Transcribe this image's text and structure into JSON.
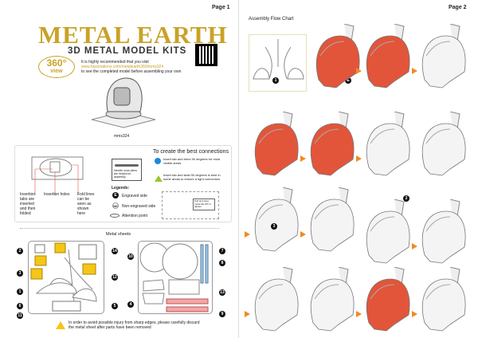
{
  "page1": {
    "page_label": "Page 1",
    "logo": "METAL EARTH",
    "subtitle": "3D METAL MODEL KITS",
    "view360": {
      "number": "360°",
      "label": "view"
    },
    "visit_line1": "It is highly recommended that you visit",
    "visit_url": "www.fascinations.com/metalearth360/mms324",
    "visit_line2": "to see the completed model before assembling your own",
    "model_code": "mms324",
    "tips": {
      "insertion_tabs": "Insertion tabs are inserted and then folded",
      "insertion_holes": "Insertion holes",
      "fold_lines": "Fold lines can be seen as shown here",
      "pliers": "Needle nose pliers are helpful for assembly",
      "legends_title": "Legends:",
      "engraved": "Engraved side",
      "engraved_mark": "E",
      "non_engraved": "Non-engraved side",
      "non_engraved_mark": "NE",
      "attention": "Attention point",
      "connections_title": "To create the best connections",
      "bend": "Insert tab and bend 90 degrees for most visible areas",
      "twist": "Insert tab and twist 90 degrees is best in some areas to ensure a tight connection",
      "twist_note": "Pull and twist metal tab 90° to tighten"
    },
    "sheets_title": "Metal sheets",
    "sheet1_numbers": [
      "2",
      "3",
      "1",
      "6",
      "11",
      "14",
      "12",
      "5"
    ],
    "sheet2_numbers": [
      "10",
      "4",
      "7",
      "8",
      "13",
      "9"
    ],
    "warning": "In order to avoid possible injury from sharp edges, please carefully discard the metal sheet after parts have been removed"
  },
  "page2": {
    "page_label": "Page 2",
    "title": "Assembly Flow Chart",
    "steps": [
      "1",
      "E",
      "2",
      "3"
    ]
  },
  "colors": {
    "gold": "#c9a227",
    "red": "#e2553a",
    "orange": "#f08a24",
    "blue": "#9fd0ec",
    "pink": "#f4a6a6",
    "yellow": "#f5c518"
  }
}
